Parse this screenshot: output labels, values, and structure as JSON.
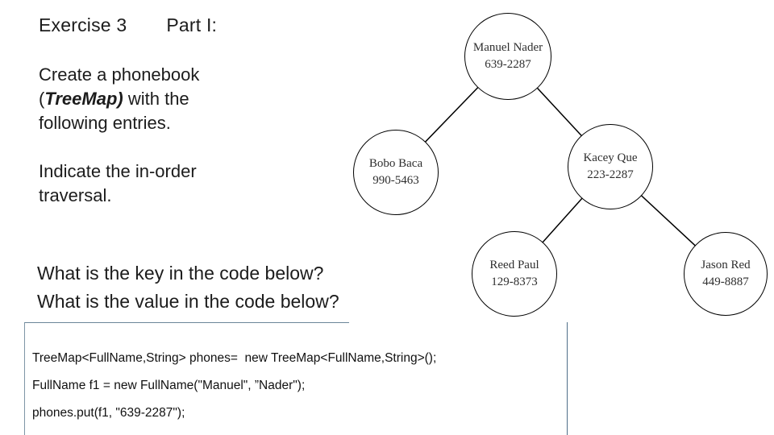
{
  "slide": {
    "title": {
      "exercise": "Exercise 3",
      "part": "Part I:"
    },
    "create": {
      "l1": "Create a phonebook",
      "l2_open": "(",
      "l2_em": "TreeMap)",
      "l2_rest": " with the",
      "l3": "following entries."
    },
    "indicate": {
      "l1": "Indicate the in-order",
      "l2": "traversal."
    },
    "questions": {
      "l1": "What is the key in the code below?",
      "l2": "What is the value in the code below?"
    }
  },
  "tree": {
    "description": "binary search tree of phonebook entries",
    "nodes": [
      {
        "id": "manuel-nader",
        "name": "Manuel Nader",
        "phone": "639-2287"
      },
      {
        "id": "bobo-baca",
        "name": "Bobo Baca",
        "phone": "990-5463"
      },
      {
        "id": "kacey-que",
        "name": "Kacey Que",
        "phone": "223-2287"
      },
      {
        "id": "reed-paul",
        "name": "Reed Paul",
        "phone": "129-8373"
      },
      {
        "id": "jason-red",
        "name": "Jason Red",
        "phone": "449-8887"
      }
    ],
    "edges": [
      {
        "from": "manuel-nader",
        "to": "bobo-baca"
      },
      {
        "from": "manuel-nader",
        "to": "kacey-que"
      },
      {
        "from": "kacey-que",
        "to": "reed-paul"
      },
      {
        "from": "kacey-que",
        "to": "jason-red"
      }
    ]
  },
  "code": {
    "lines": [
      "TreeMap<FullName,String> phones=  new TreeMap<FullName,String>();",
      "FullName f1 = new FullName(\"Manuel\", ”Nader\");",
      "phones.put(f1, \"639-2287\");"
    ]
  },
  "colors": {
    "background": "#ffffff",
    "text": "#1c1c1c",
    "node_stroke": "#000000",
    "textbox_border": "#5b7a92"
  }
}
